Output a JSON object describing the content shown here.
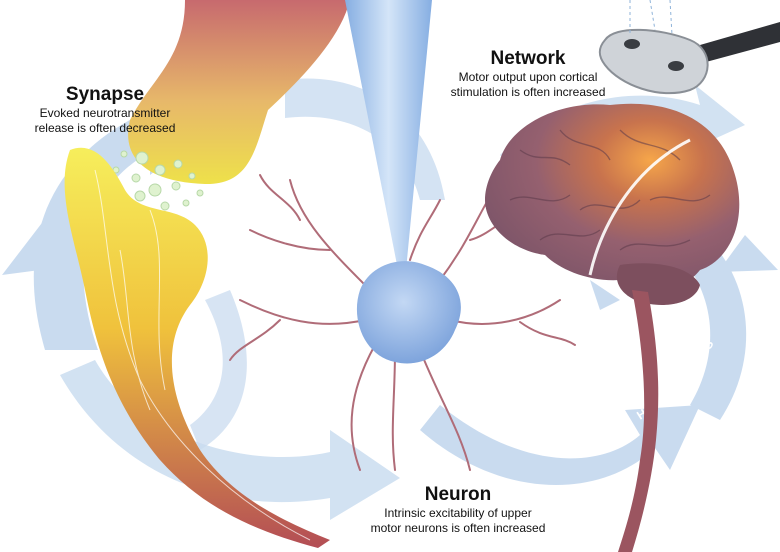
{
  "synapse": {
    "title": "Synapse",
    "line1": "Evoked neurotransmitter",
    "line2": "release is often decreased"
  },
  "network": {
    "title": "Network",
    "line1": "Motor output upon cortical",
    "line2": "stimulation is often increased"
  },
  "neuron": {
    "title": "Neuron",
    "line1": "Intrinsic excitability of upper",
    "line2": "motor neurons is often increased"
  },
  "cycle_labels": [
    "HOMEOSTASIS",
    "HOMEOSTASIS"
  ],
  "colors": {
    "arrow": "#c5d9ef",
    "neuron_body": "#8fb3e3",
    "pipette": "#a9c8ee",
    "brain": "#8a5a6e",
    "synapse_yellow": "#f2e64a",
    "axon": "#b55a58"
  },
  "icons": [
    "micropipette",
    "tms-coil",
    "synaptic-vesicles"
  ]
}
